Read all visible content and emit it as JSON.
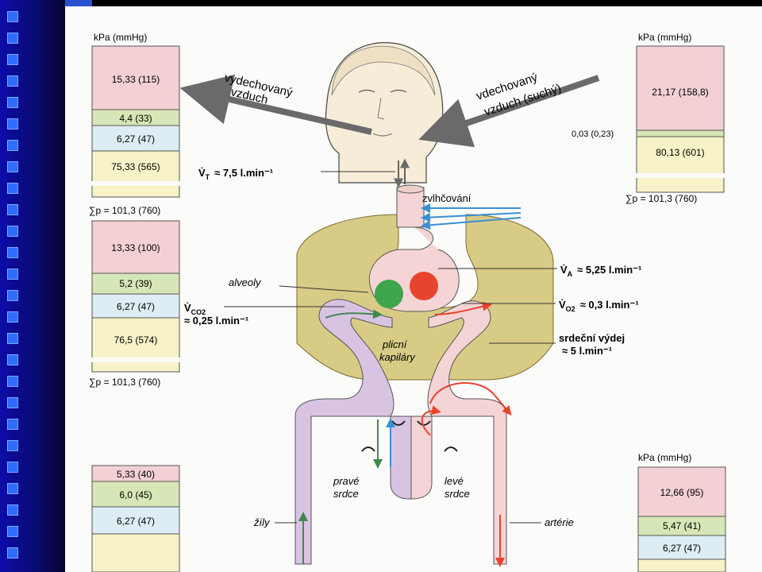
{
  "units_header": "kPa (mmHg)",
  "boxes": {
    "expired": {
      "header": "kPa (mmHg)",
      "cells": [
        "15,33 (115)",
        "4,4 (33)",
        "6,27 (47)",
        "75,33 (565)"
      ],
      "sum": "∑p = 101,3 (760)"
    },
    "alveolar": {
      "cells": [
        "13,33 (100)",
        "5,2 (39)",
        "6,27 (47)",
        "76,5 (574)"
      ],
      "sum": "∑p = 101,3 (760)"
    },
    "inspired": {
      "header": "kPa (mmHg)",
      "cells": [
        "21,17 (158,8)",
        "80,13 (601)"
      ],
      "co2_outside": "0,03 (0,23)",
      "sum": "∑p = 101,3 (760)"
    },
    "venous": {
      "cells": [
        "5,33 (40)",
        "6,0 (45)",
        "6,27 (47)"
      ]
    },
    "arterial": {
      "header": "kPa (mmHg)",
      "cells": [
        "12,66 (95)",
        "5,47 (41)",
        "6,27 (47)"
      ]
    }
  },
  "labels": {
    "expired_air_1": "vydechovaný",
    "expired_air_2": "vzduch",
    "inspired_air_1": "vdechovaný",
    "inspired_air_2": "vzduch (suchý)",
    "tidal_symbol": "V̇",
    "tidal_sub": "T",
    "tidal_value": "≈ 7,5 l.min⁻¹",
    "humidify": "zvlhčování",
    "alveoli": "alveoly",
    "va_symbol": "V̇",
    "va_sub": "A",
    "va_value": "≈ 5,25 l.min⁻¹",
    "vco2_symbol": "V̇",
    "vco2_sub": "CO2",
    "vco2_value": "≈ 0,25 l.min⁻¹",
    "vo2_symbol": "V̇",
    "vo2_sub": "O2",
    "vo2_value": "≈ 0,3 l.min⁻¹",
    "cardiac_output_1": "srdeční výdej",
    "cardiac_output_2": "≈ 5 l.min⁻¹",
    "capillaries_1": "plicní",
    "capillaries_2": "kapiláry",
    "right_heart_1": "pravé",
    "right_heart_2": "srdce",
    "left_heart_1": "levé",
    "left_heart_2": "srdce",
    "veins": "žíly",
    "arteries": "artérie"
  },
  "colors": {
    "o2": "#f3d0d4",
    "co2": "#d7e6b6",
    "h2o": "#deecf4",
    "n2": "#f7f2c7",
    "lung": "#d8cb86",
    "venous_blood": "#d9c3e3",
    "arterial_blood": "#f5d4d6",
    "oxygen_dot": "#e8432c",
    "co2_dot": "#3ea54a",
    "arrow_red": "#e8432c",
    "arrow_green": "#3e8a4e",
    "arrow_blue": "#3a8fd6",
    "sidebar_blue": "#0c0ca8",
    "sidebar_squares": "#2f6bff"
  }
}
